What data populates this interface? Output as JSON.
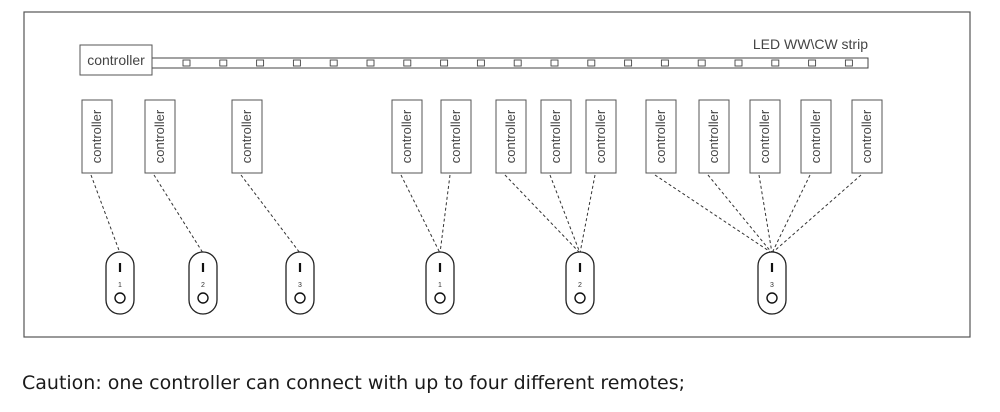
{
  "strip": {
    "main_controller_label": "controller",
    "strip_label": "LED WW\\CW strip"
  },
  "controller_label": "controller",
  "groups": [
    {
      "remote_number": "1",
      "controllers": 1
    },
    {
      "remote_number": "2",
      "controllers": 1
    },
    {
      "remote_number": "3",
      "controllers": 1
    },
    {
      "remote_number": "1",
      "controllers": 2
    },
    {
      "remote_number": "2",
      "controllers": 3
    },
    {
      "remote_number": "3",
      "controllers": 5
    }
  ],
  "caption": "Caution: one controller can connect with up to four different remotes;"
}
